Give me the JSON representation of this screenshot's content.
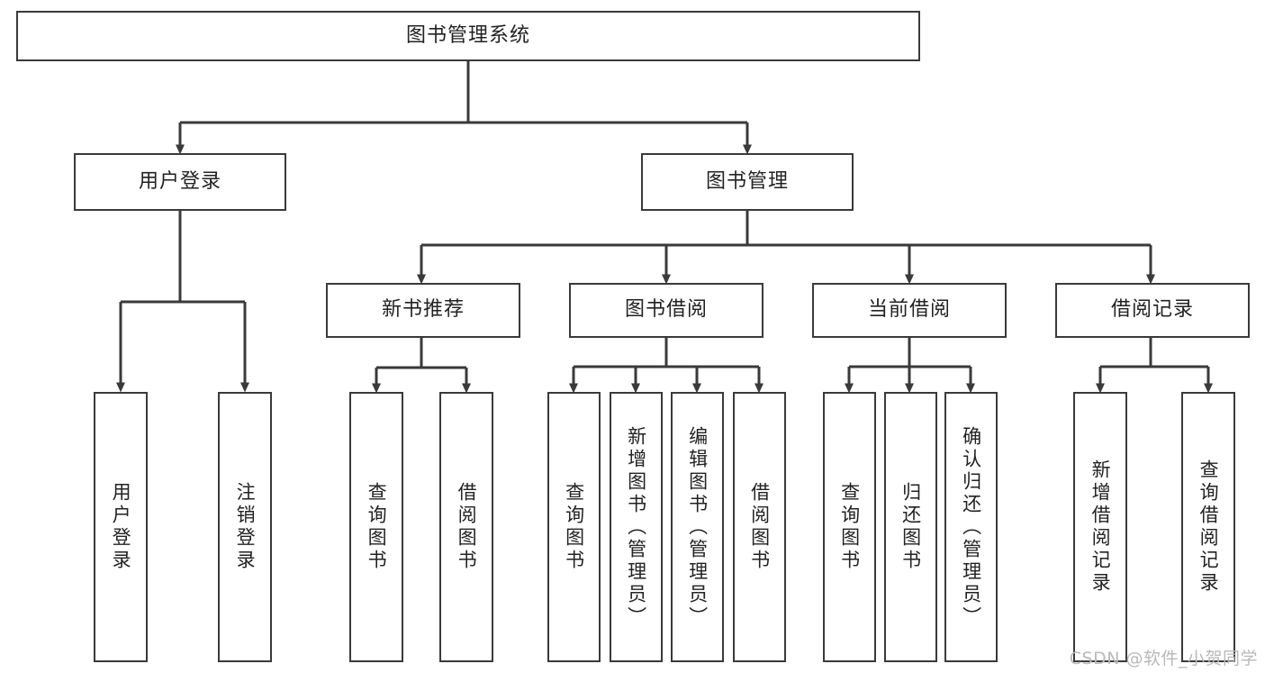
{
  "diagram": {
    "title": "图书管理系统",
    "watermark": "CSDN @软件_小贺同学",
    "stroke_color": "#3a3a3a",
    "fill_color": "#ffffff",
    "text_color": "#222222",
    "watermark_color": "#b9b9b9",
    "root": {
      "label": "图书管理系统"
    },
    "level2": [
      {
        "label": "用户登录"
      },
      {
        "label": "图书管理"
      }
    ],
    "level3": [
      {
        "label": "新书推荐"
      },
      {
        "label": "图书借阅"
      },
      {
        "label": "当前借阅"
      },
      {
        "label": "借阅记录"
      }
    ],
    "leaves": {
      "user_login": [
        {
          "label": "用户登录"
        },
        {
          "label": "注销登录"
        }
      ],
      "new_book": [
        {
          "label": "查询图书"
        },
        {
          "label": "借阅图书"
        }
      ],
      "book_borrow": [
        {
          "label": "查询图书"
        },
        {
          "label": "新增图书（管理员）"
        },
        {
          "label": "编辑图书（管理员）"
        },
        {
          "label": "借阅图书"
        }
      ],
      "current_borrow": [
        {
          "label": "查询图书"
        },
        {
          "label": "归还图书"
        },
        {
          "label": "确认归还（管理员）"
        }
      ],
      "borrow_record": [
        {
          "label": "新增借阅记录"
        },
        {
          "label": "查询借阅记录"
        }
      ]
    }
  }
}
